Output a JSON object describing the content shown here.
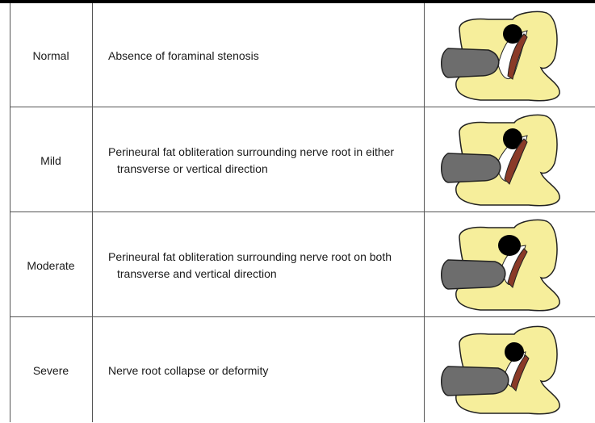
{
  "rows": [
    {
      "grade": "Normal",
      "description": "Absence of foraminal stenosis",
      "illustration_icon": "foramen-normal-icon"
    },
    {
      "grade": "Mild",
      "description": "Perineural fat obliteration surrounding nerve root in either transverse or vertical direction",
      "illustration_icon": "foramen-mild-icon"
    },
    {
      "grade": "Moderate",
      "description": "Perineural fat obliteration surrounding nerve root on both transverse and vertical direction",
      "illustration_icon": "foramen-moderate-icon"
    },
    {
      "grade": "Severe",
      "description": "Nerve root collapse or deformity",
      "illustration_icon": "foramen-severe-icon"
    }
  ],
  "colors": {
    "bone": "#f6ee9b",
    "disc": "#6d6d6d",
    "nerve_dark": "#7a2a1c",
    "nerve_light": "#f2d6cf",
    "foramen": "#000000",
    "rule": "#555555"
  }
}
